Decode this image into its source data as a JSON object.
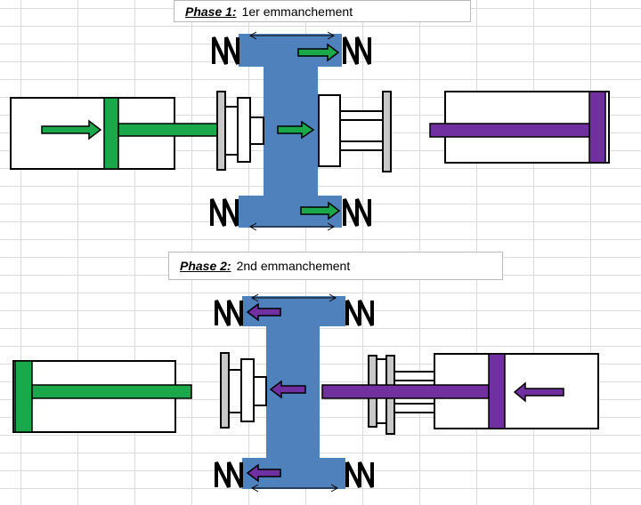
{
  "phase1": {
    "title": "Phase 1:",
    "description": "1er emmanchement"
  },
  "phase2": {
    "title": "Phase 2:",
    "description": "2nd emmanchement"
  },
  "colors": {
    "green": "#1aa84a",
    "purple": "#7030a0",
    "blue": "#4f81bd",
    "gray": "#c8c8c8"
  }
}
